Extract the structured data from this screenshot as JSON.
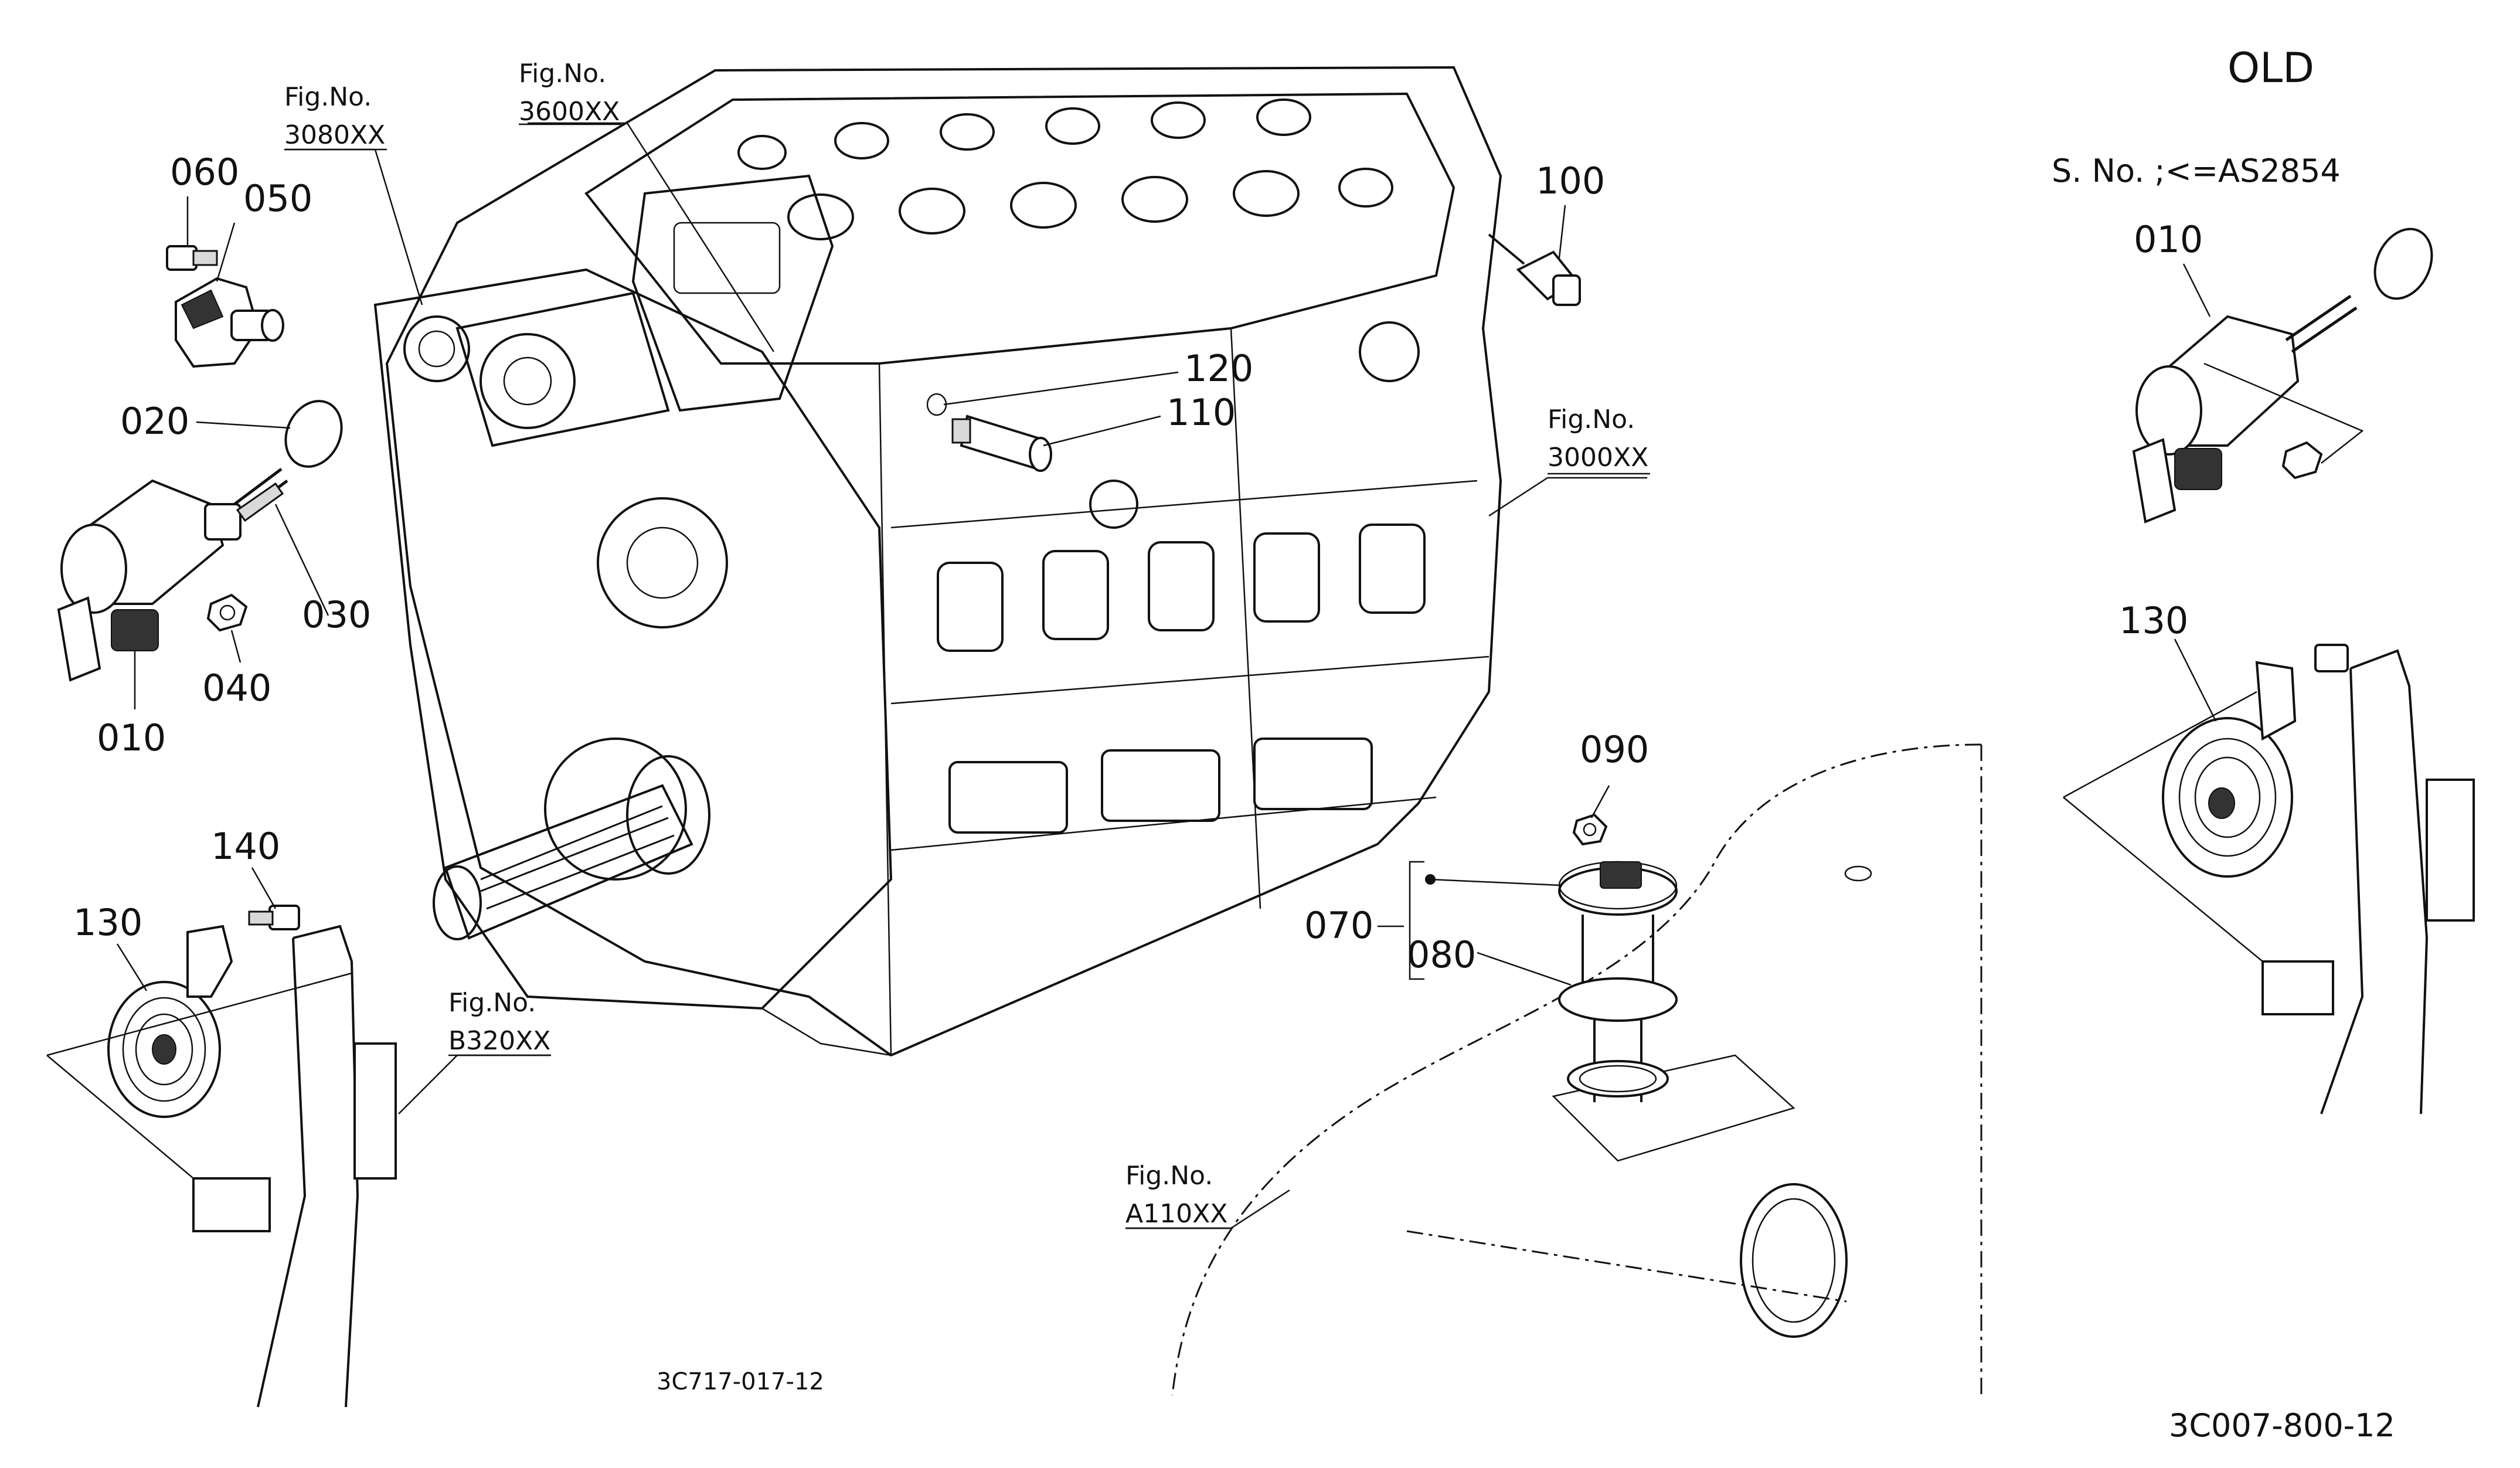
{
  "header": {
    "old_label": "OLD",
    "serial_note": "S. No. ;<=AS2854"
  },
  "figure_refs": {
    "f3080": {
      "line1": "Fig.No.",
      "line2": "3080XX"
    },
    "f3600": {
      "line1": "Fig.No.",
      "line2": "3600XX"
    },
    "f3000": {
      "line1": "Fig.No.",
      "line2": "3000XX"
    },
    "fB320": {
      "line1": "Fig.No.",
      "line2": "B320XX"
    },
    "fA110": {
      "line1": "Fig.No.",
      "line2": "A110XX"
    }
  },
  "callouts": {
    "p060": "060",
    "p050": "050",
    "p020": "020",
    "p030": "030",
    "p040": "040",
    "p010": "010",
    "p100": "100",
    "p120": "120",
    "p110": "110",
    "p140": "140",
    "p130": "130",
    "p090": "090",
    "p070": "070",
    "p080": "080",
    "old_p010": "010",
    "old_p130": "130"
  },
  "drawing_codes": {
    "center": "3C717-017-12",
    "bottom_right": "3C007-800-12"
  }
}
